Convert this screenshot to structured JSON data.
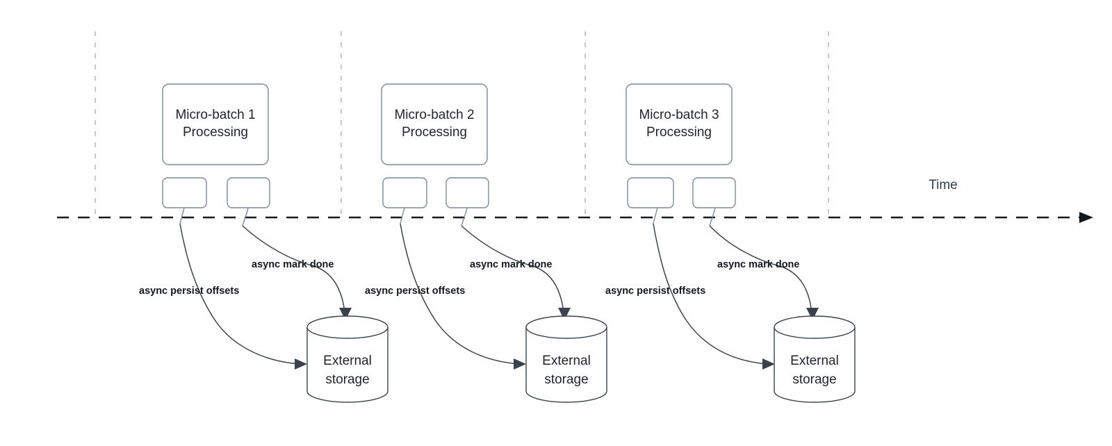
{
  "diagram": {
    "title_axis_label": "Time",
    "background": "#ffffff",
    "stroke_color": "#3b424c",
    "box_stroke_color": "#7e8894",
    "divider_color": "#b9bcc2",
    "groups": [
      {
        "id": "group-1",
        "process_label_line1": "Micro-batch 1",
        "process_label_line2": "Processing",
        "storage_label_line1": "External",
        "storage_label_line2": "storage",
        "persist_label": "async persist offsets",
        "mark_done_label": "async mark done"
      },
      {
        "id": "group-2",
        "process_label_line1": "Micro-batch 2",
        "process_label_line2": "Processing",
        "storage_label_line1": "External",
        "storage_label_line2": "storage",
        "persist_label": "async persist offsets",
        "mark_done_label": "async mark done"
      },
      {
        "id": "group-3",
        "process_label_line1": "Micro-batch 3",
        "process_label_line2": "Processing",
        "storage_label_line1": "External",
        "storage_label_line2": "storage",
        "persist_label": "async persist offsets",
        "mark_done_label": "async mark done"
      }
    ]
  }
}
